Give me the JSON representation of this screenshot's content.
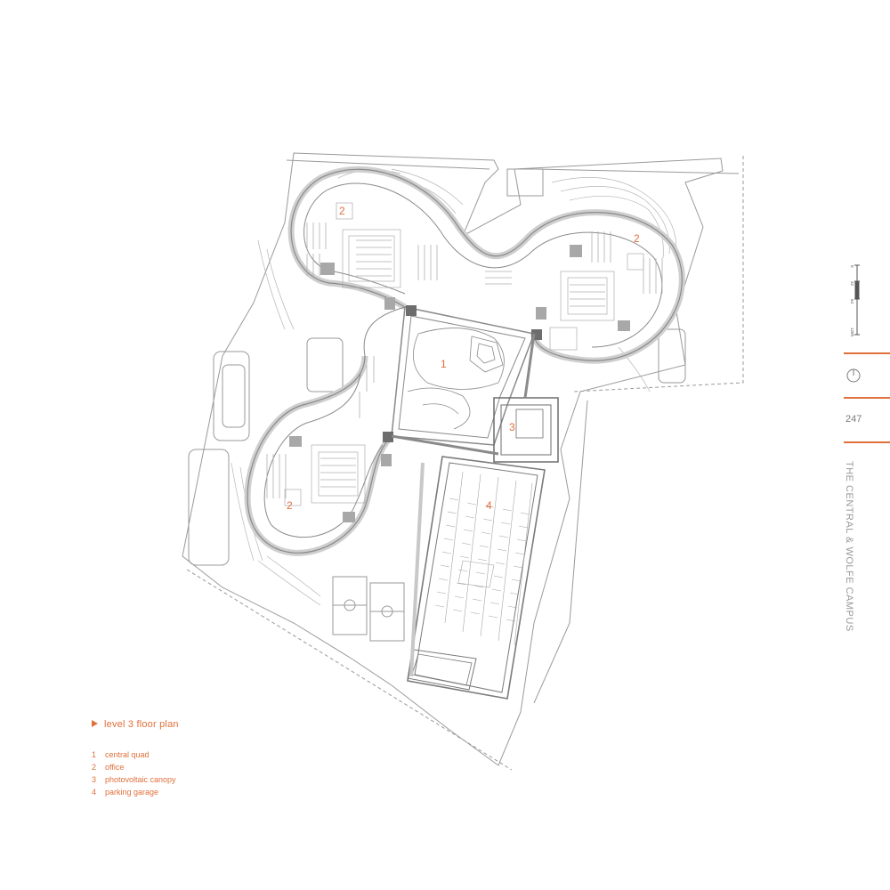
{
  "plan": {
    "labels": {
      "quad": "1",
      "office_a": "2",
      "office_b": "2",
      "office_c": "2",
      "canopy": "3",
      "garage": "4"
    }
  },
  "caption": {
    "title": "level 3 floor plan"
  },
  "legend": [
    {
      "num": "1",
      "text": "central quad"
    },
    {
      "num": "2",
      "text": "office"
    },
    {
      "num": "3",
      "text": "photovoltaic canopy"
    },
    {
      "num": "4",
      "text": "parking garage"
    }
  ],
  "sidebar": {
    "page_number": "247",
    "vertical_title": "THE CENTRAL & WOLFE CAMPUS",
    "scale_ticks": [
      "0",
      "32",
      "64",
      "128ft"
    ]
  },
  "colors": {
    "accent": "#e0703c",
    "linework": "#8a8a8a",
    "grey_text": "#9a9a9a"
  },
  "icons": {
    "north_arrow": "north-arrow-icon",
    "caption_marker": "triangle-right-icon"
  }
}
